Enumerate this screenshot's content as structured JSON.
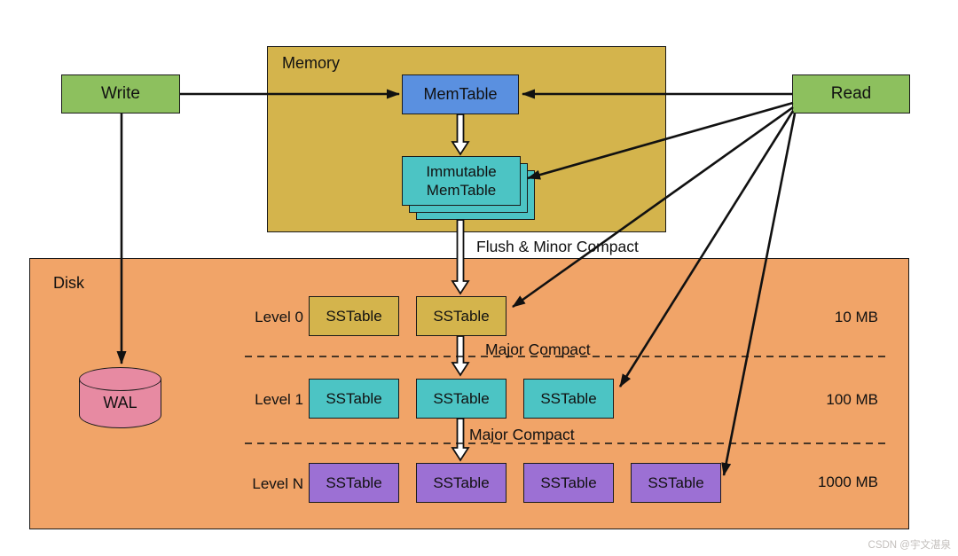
{
  "nodes": {
    "write": {
      "label": "Write"
    },
    "read": {
      "label": "Read"
    },
    "memory": {
      "label": "Memory"
    },
    "memtable": {
      "label": "MemTable"
    },
    "immutable_memtable": {
      "label": "Immutable MemTable"
    },
    "disk": {
      "label": "Disk"
    },
    "wal": {
      "label": "WAL"
    }
  },
  "annotations": {
    "flush_minor_compact": "Flush & Minor Compact",
    "major_compact_level0": "Major Compact",
    "major_compact_level1": "Major Compact"
  },
  "levels": [
    {
      "label": "Level 0",
      "capacity": "10 MB",
      "sstables": [
        "SSTable",
        "SSTable"
      ]
    },
    {
      "label": "Level 1",
      "capacity": "100 MB",
      "sstables": [
        "SSTable",
        "SSTable",
        "SSTable"
      ]
    },
    {
      "label": "Level N",
      "capacity": "1000 MB",
      "sstables": [
        "SSTable",
        "SSTable",
        "SSTable",
        "SSTable"
      ]
    }
  ],
  "watermark": "CSDN @宇文湛泉",
  "colors": {
    "action_green": "#8dc05e",
    "memory_yellow": "#d4b44c",
    "memtable_blue": "#5a90e0",
    "immutable_teal": "#4cc4c4",
    "disk_orange": "#f1a468",
    "sstable_level0_yellow": "#d4b44c",
    "sstable_level1_teal": "#4cc4c4",
    "sstable_leveln_purple": "#9c70d4",
    "wal_pink": "#e78aa2",
    "arrow_black": "#111111"
  }
}
